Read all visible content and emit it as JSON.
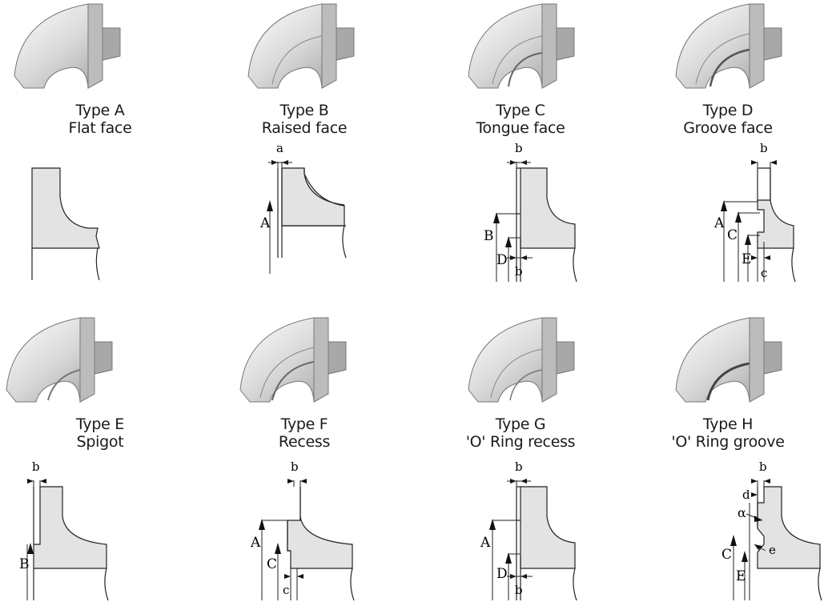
{
  "types": [
    {
      "type_label": "Type A",
      "face_label": "Flat face"
    },
    {
      "type_label": "Type B",
      "face_label": "Raised face"
    },
    {
      "type_label": "Type C",
      "face_label": "Tongue face"
    },
    {
      "type_label": "Type D",
      "face_label": "Groove face"
    },
    {
      "type_label": "Type E",
      "face_label": "Spigot"
    },
    {
      "type_label": "Type F",
      "face_label": "Recess"
    },
    {
      "type_label": "Type G",
      "face_label": "'O' Ring recess"
    },
    {
      "type_label": "Type H",
      "face_label": "'O' Ring groove"
    }
  ],
  "dims": {
    "A": "A",
    "B": "B",
    "C": "C",
    "D": "D",
    "E": "E",
    "a": "a",
    "b": "b",
    "c": "c",
    "d": "d",
    "e": "e",
    "alpha": "α"
  },
  "colors": {
    "section_fill": "#e3e3e3",
    "line": "#222222",
    "metal_light": "#f4f4f4",
    "metal_dark": "#8a8a8a"
  }
}
